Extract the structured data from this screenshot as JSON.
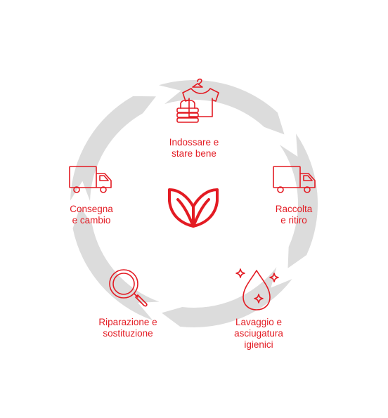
{
  "colors": {
    "accent": "#e31b23",
    "ring": "#dcdcdc"
  },
  "center": {
    "icon": "lotus-logo-icon"
  },
  "steps": [
    {
      "icon": "shirt-on-hanger-with-folded-clothes-icon",
      "line1": "Indossare e",
      "line2": "stare bene",
      "line3": ""
    },
    {
      "icon": "delivery-truck-icon",
      "line1": "Raccolta",
      "line2": "e ritiro",
      "line3": ""
    },
    {
      "icon": "water-drop-sparkles-icon",
      "line1": "Lavaggio e",
      "line2": "asciugatura",
      "line3": "igienici"
    },
    {
      "icon": "magnifying-glass-icon",
      "line1": "Riparazione e",
      "line2": "sostituzione",
      "line3": ""
    },
    {
      "icon": "delivery-truck-icon",
      "line1": "Consegna",
      "line2": "e cambio",
      "line3": ""
    }
  ]
}
